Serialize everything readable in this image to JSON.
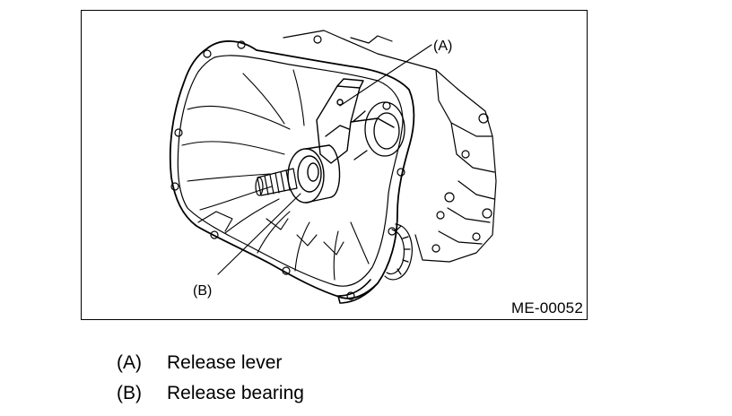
{
  "figure": {
    "code": "ME-00052",
    "callouts": [
      {
        "key": "(A)",
        "target": "Release lever"
      },
      {
        "key": "(B)",
        "target": "Release bearing"
      }
    ]
  },
  "legend": [
    {
      "key": "(A)",
      "label": "Release lever"
    },
    {
      "key": "(B)",
      "label": "Release bearing"
    }
  ]
}
